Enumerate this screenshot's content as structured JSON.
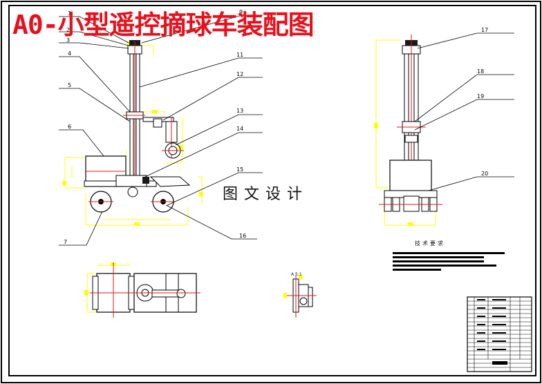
{
  "title": "A0-小型遥控摘球车装配图",
  "watermark": "图文设计",
  "tech_caption": "技术要求",
  "detail_label": "A 5:1",
  "callouts": [
    "1",
    "2",
    "3",
    "4",
    "5",
    "6",
    "7",
    "9",
    "11",
    "12",
    "13",
    "14",
    "15",
    "16",
    "17",
    "18",
    "19",
    "20"
  ],
  "colors": {
    "frame": "#000000",
    "dimension": "#ffff00",
    "centerline": "#e8101c",
    "outline": "#000000",
    "highlight": "#e8101c"
  }
}
